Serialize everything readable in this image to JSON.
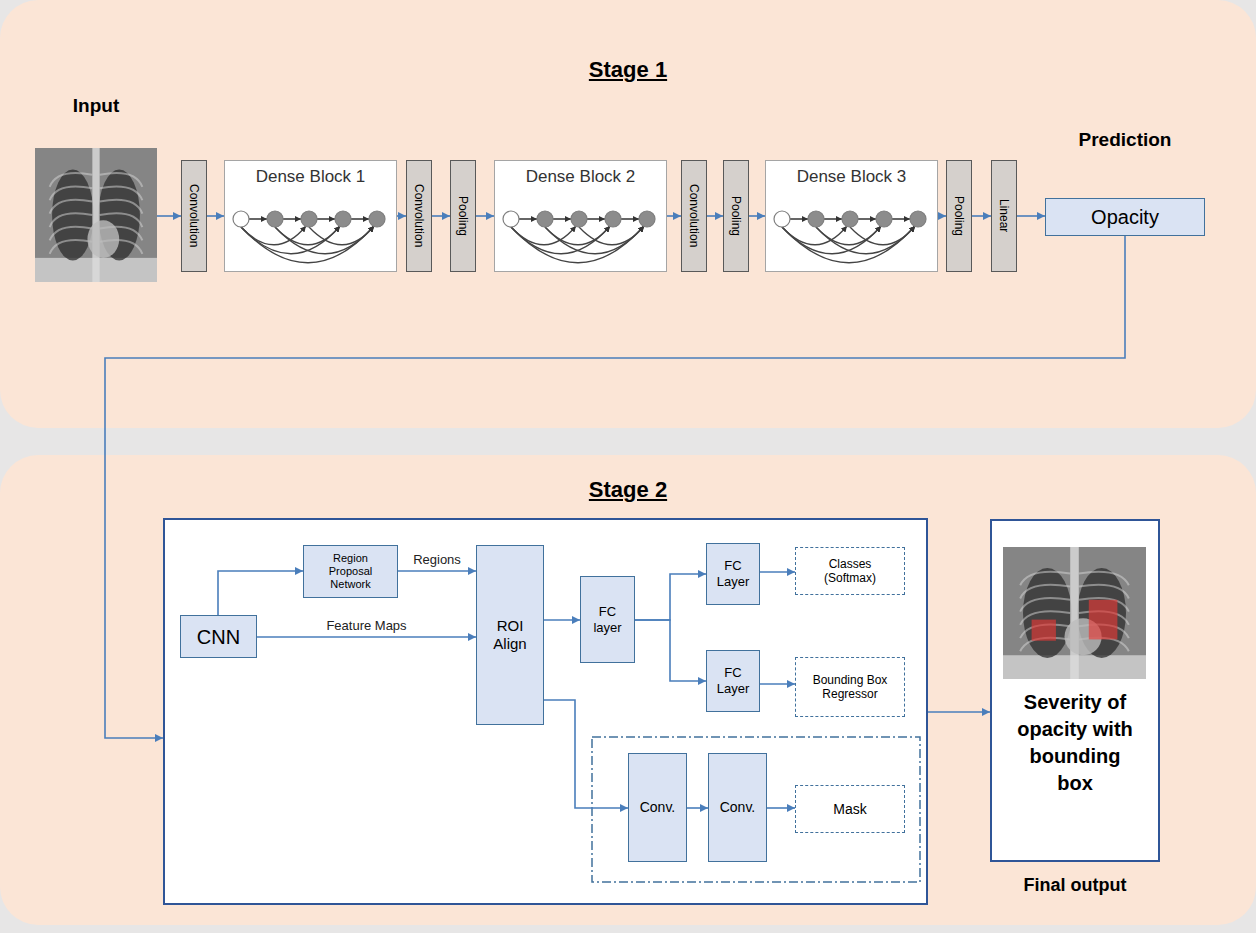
{
  "diagram": {
    "nodes": [
      {
        "text": [
          "Stage 1"
        ]
      },
      {
        "text": [
          "Input"
        ],
        "in": 0
      },
      {
        "text": [
          "Convolution"
        ],
        "in": 0
      },
      {
        "text": [
          "Dense Block 1"
        ],
        "in": 0
      },
      {
        "text": [
          "Convolution"
        ],
        "in": 0
      },
      {
        "text": [
          "Pooling"
        ],
        "in": 0
      },
      {
        "text": [
          "Dense Block 2"
        ],
        "in": 0
      },
      {
        "text": [
          "Convolution"
        ],
        "in": 0
      },
      {
        "text": [
          "Pooling"
        ],
        "in": 0
      },
      {
        "text": [
          "Dense Block 3"
        ],
        "in": 0
      },
      {
        "text": [
          "Pooling"
        ],
        "in": 0
      },
      {
        "text": [
          "Linear"
        ],
        "in": 0
      },
      {
        "text": [
          "Opacity"
        ],
        "in": 0
      },
      {
        "text": [
          "Stage 2"
        ]
      },
      {
        "text": [],
        "in": 13
      },
      {
        "text": [
          "CNN"
        ],
        "in": 14
      },
      {
        "text": [
          "Region Proposal Network"
        ],
        "in": 14
      },
      {
        "text": [
          "ROI Align"
        ],
        "in": 14
      },
      {
        "text": [
          "FC layer"
        ],
        "in": 14
      },
      {
        "text": [
          "FC Layer"
        ],
        "in": 14
      },
      {
        "text": [
          "Classes (Softmax)"
        ],
        "in": 14
      },
      {
        "text": [
          "FC Layer"
        ],
        "in": 14
      },
      {
        "text": [
          "Bounding Box Regressor"
        ],
        "in": 14
      },
      {
        "text": [
          "Conv."
        ],
        "in": 14
      },
      {
        "text": [
          "Conv."
        ],
        "in": 14
      },
      {
        "text": [
          "Mask"
        ],
        "in": 14
      },
      {
        "text": [
          "Severity of opacity with bounding box"
        ],
        "in": 13
      }
    ],
    "edges": [
      {
        "from": 1,
        "to": 2,
        "arrow": "to"
      },
      {
        "from": 2,
        "to": 3,
        "arrow": "to"
      },
      {
        "from": 3,
        "to": 4,
        "arrow": "to"
      },
      {
        "from": 4,
        "to": 5,
        "arrow": "to"
      },
      {
        "from": 5,
        "to": 6,
        "arrow": "to"
      },
      {
        "from": 6,
        "to": 7,
        "arrow": "to"
      },
      {
        "from": 7,
        "to": 8,
        "arrow": "to"
      },
      {
        "from": 8,
        "to": 9,
        "arrow": "to"
      },
      {
        "from": 9,
        "to": 10,
        "arrow": "to"
      },
      {
        "from": 10,
        "to": 11,
        "arrow": "to"
      },
      {
        "from": 11,
        "to": 12,
        "arrow": "to"
      },
      {
        "from": 12,
        "to": 14,
        "arrow": "to"
      },
      {
        "from": 15,
        "to": 16,
        "arrow": "to"
      },
      {
        "from": 16,
        "to": 17,
        "label": "Regions",
        "arrow": "to"
      },
      {
        "from": 15,
        "to": 17,
        "label": "Feature Maps",
        "arrow": "to"
      },
      {
        "from": 17,
        "to": 18,
        "arrow": "to"
      },
      {
        "from": 18,
        "to": 19,
        "arrow": "to"
      },
      {
        "from": 19,
        "to": 20,
        "arrow": "to"
      },
      {
        "from": 18,
        "to": 21,
        "arrow": "to"
      },
      {
        "from": 21,
        "to": 22,
        "arrow": "to"
      },
      {
        "from": 17,
        "to": 23,
        "arrow": "to"
      },
      {
        "from": 23,
        "to": 24,
        "arrow": "to"
      },
      {
        "from": 24,
        "to": 25,
        "arrow": "to"
      },
      {
        "from": 14,
        "to": 26,
        "arrow": "to"
      }
    ],
    "labels": [
      "Prediction",
      "Final output"
    ]
  }
}
